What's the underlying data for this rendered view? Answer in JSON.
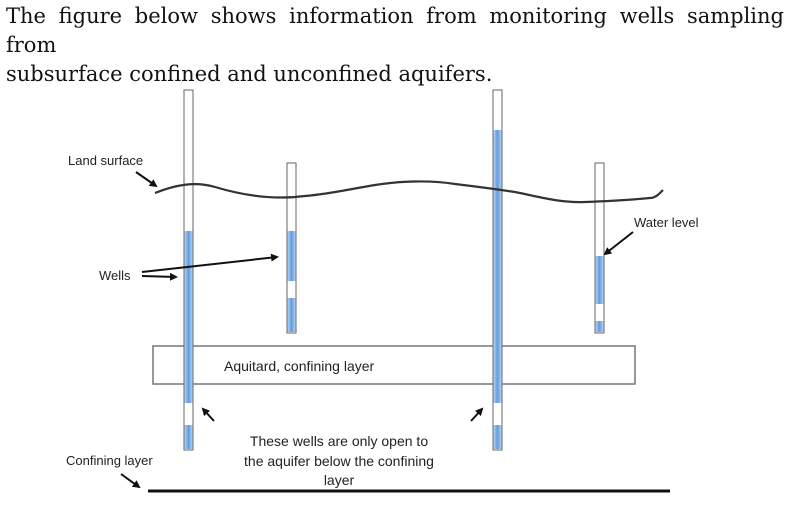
{
  "intro": {
    "line1": "The figure below shows information from monitoring wells sampling from",
    "line2": "subsurface confined and unconfined aquifers."
  },
  "diagram": {
    "land_surface_label": "Land surface",
    "wells_label": "Wells",
    "water_level_label": "Water level",
    "aquitard_label": "Aquitard, confining layer",
    "confining_layer_label": "Confining layer",
    "note_lines": [
      "These wells are only open to",
      "the aquifer below the confining",
      "layer"
    ],
    "colors": {
      "water": "#9dc3ef",
      "water_deep": "#4d8fd6",
      "outline": "#555555",
      "ground_line": "#333333"
    }
  }
}
